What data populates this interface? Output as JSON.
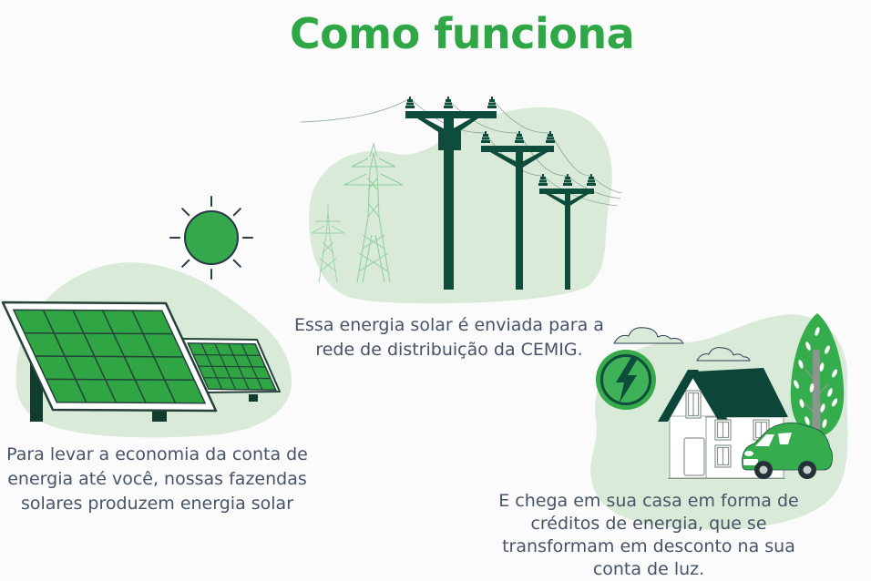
{
  "title": {
    "text": "Como funciona",
    "color": "#2FA746"
  },
  "palette": {
    "accent_green": "#2FA746",
    "illustration_green": "#35A94C",
    "panel_green": "#2FA543",
    "dark_green": "#0E4C3B",
    "blob_light_green": "#D9EBD8",
    "lattice_light_green": "#8FCC9D",
    "outline_navy": "#27384A",
    "caption_text": "#475368",
    "background": "#FBFBFB"
  },
  "steps": [
    {
      "id": "solar-farm",
      "illustration": "solar-panels-and-sun",
      "caption_lines": [
        "Para levar a economia da conta de",
        "energia até você, nossas fazendas",
        "solares produzem energia solar"
      ]
    },
    {
      "id": "distribution-grid",
      "illustration": "power-poles-and-transmission-towers",
      "caption_lines": [
        "Essa energia solar é enviada para a",
        "rede de distribuição da CEMIG."
      ]
    },
    {
      "id": "home-credits",
      "illustration": "house-electric-car-energy-coin-tree",
      "caption_lines": [
        "E chega em sua casa em forma de",
        "créditos de energia, que se",
        "transformam em desconto na sua",
        "conta de luz."
      ]
    }
  ]
}
